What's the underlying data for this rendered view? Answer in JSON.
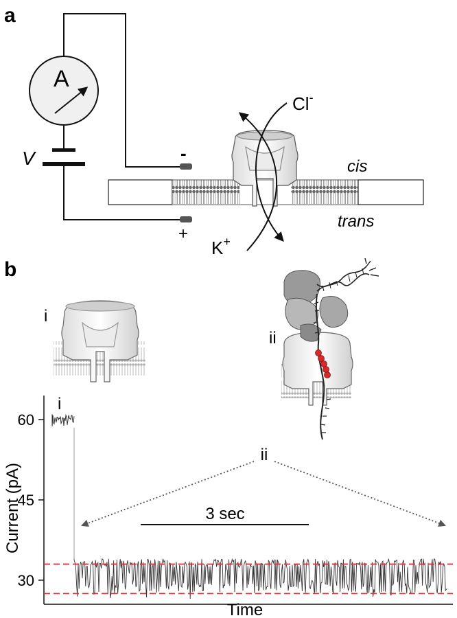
{
  "panel_a": {
    "letter": "a",
    "ammeter_label": "A",
    "voltage_label": "V",
    "minus_sign": "-",
    "plus_sign": "+",
    "chloride_label": "Cl",
    "chloride_superscript": "-",
    "potassium_label": "K",
    "potassium_superscript": "+",
    "cis_label": "cis",
    "trans_label": "trans"
  },
  "panel_b": {
    "letter": "b",
    "state_i_label": "i",
    "state_ii_label": "ii",
    "trace_i_label": "i",
    "trace_ii_label": "ii",
    "scale_bar_label": "3 sec",
    "scale_bar_seconds": 3
  },
  "chart_data": {
    "type": "line",
    "xlabel": "Time",
    "ylabel": "Current (pA)",
    "yticks": [
      30,
      45,
      60
    ],
    "ylim": [
      25.5,
      64.5
    ],
    "reference_lines": [
      33,
      27.5
    ],
    "reference_line_color": "#e0303a",
    "trace_color": "#333333",
    "segments": [
      {
        "label": "i",
        "current_range_pA": [
          57.5,
          61
        ]
      },
      {
        "label": "ii",
        "current_range_pA": [
          26.5,
          34
        ]
      }
    ]
  }
}
